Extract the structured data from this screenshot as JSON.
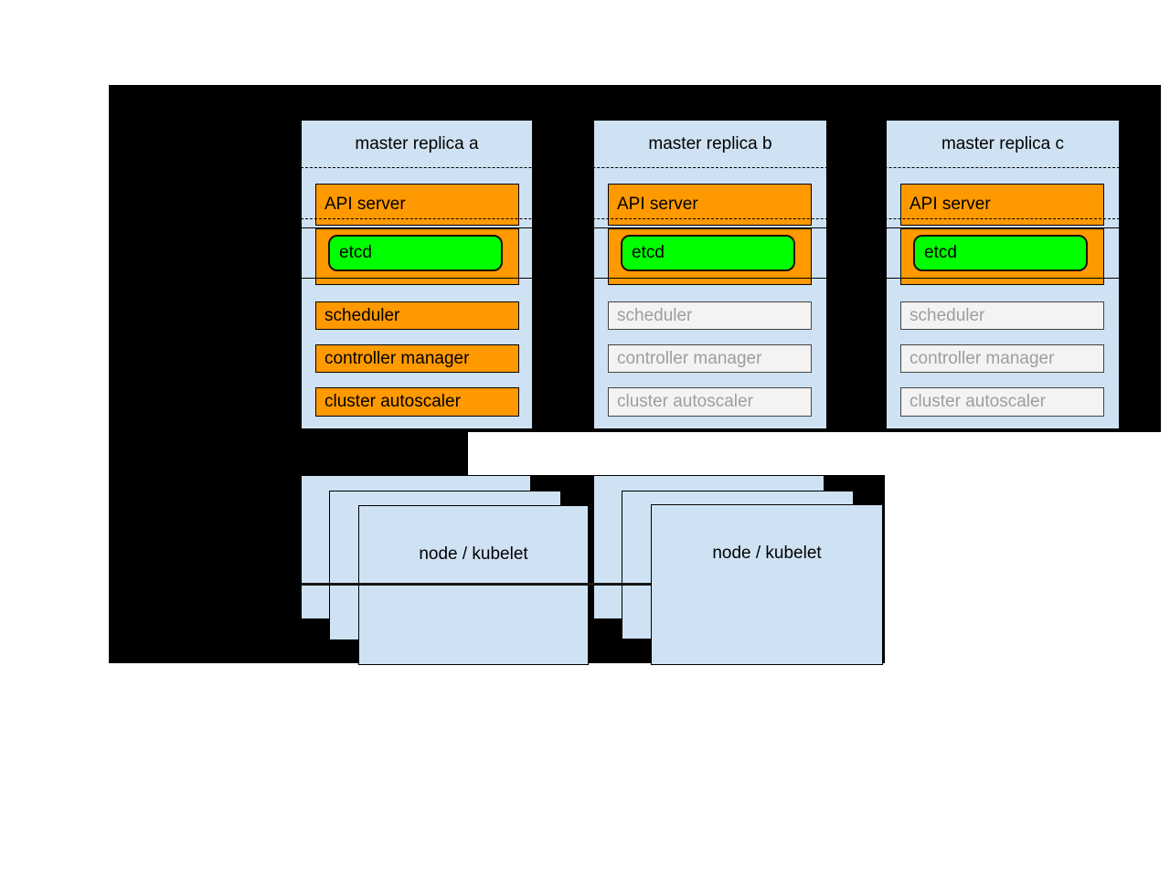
{
  "diagram": {
    "colors": {
      "canvas_black": "#000000",
      "box_blue": "#cfe2f3",
      "active_orange": "#ff9900",
      "etcd_green": "#00ff00",
      "inactive_fill": "#f3f3f3",
      "inactive_text": "#9e9e9e"
    },
    "masters": [
      {
        "title": "master replica a",
        "active": true,
        "api_server": "API server",
        "etcd": "etcd",
        "scheduler": "scheduler",
        "controller_manager": "controller manager",
        "cluster_autoscaler": "cluster autoscaler"
      },
      {
        "title": "master replica b",
        "active": false,
        "api_server": "API server",
        "etcd": "etcd",
        "scheduler": "scheduler",
        "controller_manager": "controller manager",
        "cluster_autoscaler": "cluster autoscaler"
      },
      {
        "title": "master replica c",
        "active": false,
        "api_server": "API server",
        "etcd": "etcd",
        "scheduler": "scheduler",
        "controller_manager": "controller manager",
        "cluster_autoscaler": "cluster autoscaler"
      }
    ],
    "node_groups": [
      {
        "label": "node / kubelet"
      },
      {
        "label": "node / kubelet"
      }
    ]
  }
}
